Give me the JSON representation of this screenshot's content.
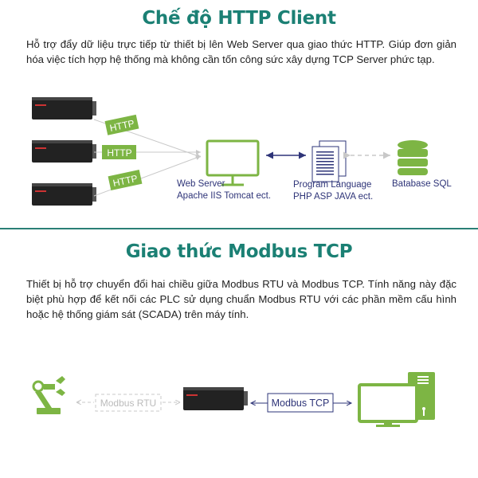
{
  "section1": {
    "title": "Chế độ HTTP Client",
    "description": "Hỗ trợ đẩy dữ liệu trực tiếp từ thiết bị lên Web Server qua giao thức HTTP. Giúp đơn giản hóa việc tích hợp hệ thống mà không cần tốn công sức xây dựng TCP Server phức tạp.",
    "diagram": {
      "http_labels": [
        "HTTP",
        "HTTP",
        "HTTP"
      ],
      "web_server": [
        "Web Server",
        "Apache IIS Tomcat ect."
      ],
      "program_language": [
        "Program Language",
        "PHP ASP JAVA ect."
      ],
      "database": "Batabase SQL"
    }
  },
  "section2": {
    "title": "Giao thức Modbus TCP",
    "description": "Thiết bị hỗ trợ chuyển đổi hai chiều giữa Modbus RTU và Modbus TCP. Tính năng này đặc biệt phù hợp để kết nối các PLC sử dụng chuẩn Modbus RTU với các phần mềm cấu hình hoặc hệ thống giám sát (SCADA) trên máy tính.",
    "diagram": {
      "rtu_label": "Modbus RTU",
      "tcp_label": "Modbus TCP"
    }
  },
  "colors": {
    "teal": "#1b8074",
    "green": "#7db544",
    "navy": "#2e3478",
    "gray": "#c8c8c8"
  }
}
